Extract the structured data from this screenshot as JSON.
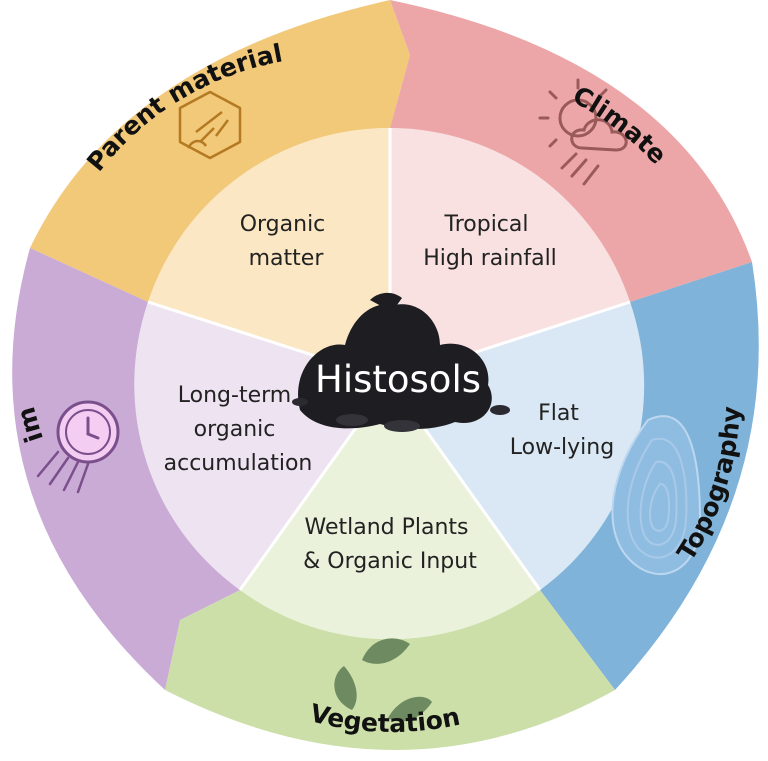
{
  "center": {
    "label": "Histosols",
    "text_color": "#ffffff",
    "soil_color": "#1e1e22"
  },
  "segments": [
    {
      "id": "parent-material",
      "outer_label": "Parent material",
      "inner_lines": [
        "Organic",
        "matter"
      ],
      "outer_color": "#f2c879",
      "inner_color": "#fbe7c4",
      "icon": "rock-icon",
      "icon_color": "#b47a22"
    },
    {
      "id": "climate",
      "outer_label": "Climate",
      "inner_lines": [
        "Tropical",
        "High rainfall"
      ],
      "outer_color": "#eca6a8",
      "inner_color": "#f9e0e1",
      "icon": "sun-cloud-rain-icon",
      "icon_color": "#9a5a5a"
    },
    {
      "id": "topography",
      "outer_label": "Topography",
      "inner_lines": [
        "Flat",
        "Low-lying"
      ],
      "outer_color": "#7fb3d9",
      "inner_color": "#d9e8f4",
      "icon": "contour-map-icon",
      "icon_color": "#a9c9e8"
    },
    {
      "id": "vegetation",
      "outer_label": "Vegetation",
      "inner_lines": [
        "Wetland Plants",
        "& Organic Input"
      ],
      "outer_color": "#ccdfa9",
      "inner_color": "#ebf2dc",
      "icon": "leaves-cycle-icon",
      "icon_color": "#6d8a60"
    },
    {
      "id": "time",
      "outer_label": "Time",
      "inner_lines": [
        "Long-term",
        "organic",
        "accumulation"
      ],
      "outer_color": "#c9abd6",
      "inner_color": "#eee3f1",
      "icon": "clock-icon",
      "icon_color": "#7a4f8c"
    }
  ]
}
